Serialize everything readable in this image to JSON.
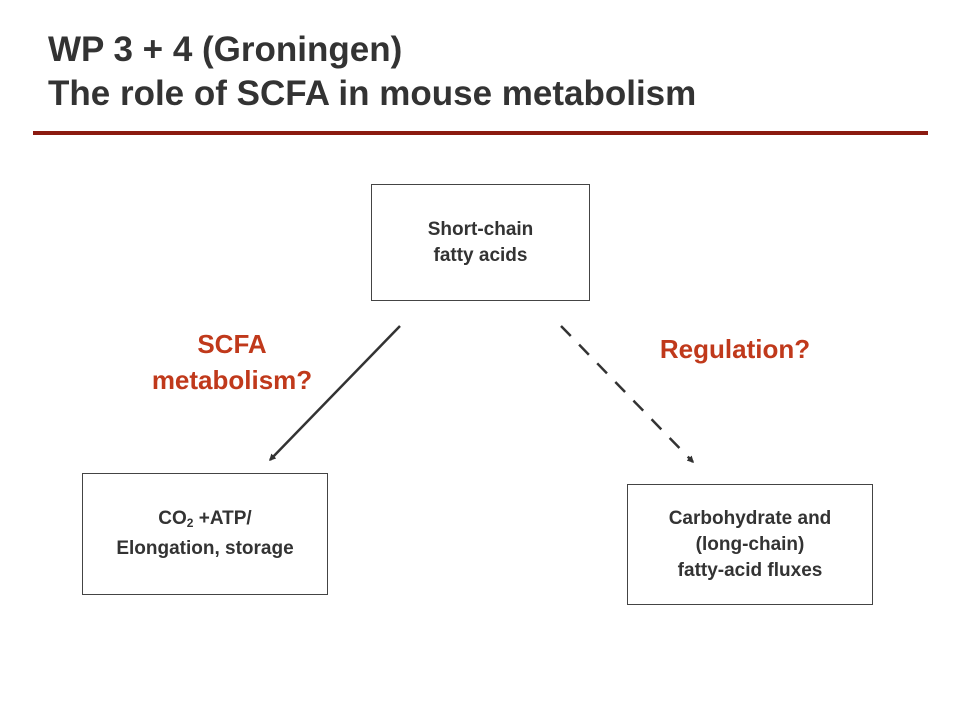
{
  "title": {
    "line1": "WP 3 + 4 (Groningen)",
    "line2": "The role of SCFA in mouse metabolism"
  },
  "nodes": {
    "source": {
      "line1": "Short-chain",
      "line2": "fatty acids"
    },
    "left": {
      "co2_base": "CO",
      "co2_sub": "2",
      "co2_rest": " +ATP/",
      "line2": "Elongation, storage"
    },
    "right": {
      "line1": "Carbohydrate and",
      "line2": "(long-chain)",
      "line3": "fatty-acid fluxes"
    }
  },
  "edges": {
    "left": {
      "line1": "SCFA",
      "line2": "metabolism?",
      "style": "solid"
    },
    "right": {
      "line1": "Regulation?",
      "style": "dashed"
    }
  },
  "colors": {
    "accent": "#c0391b",
    "rule": "#8b1a10",
    "text": "#333333",
    "arrow": "#333333"
  }
}
